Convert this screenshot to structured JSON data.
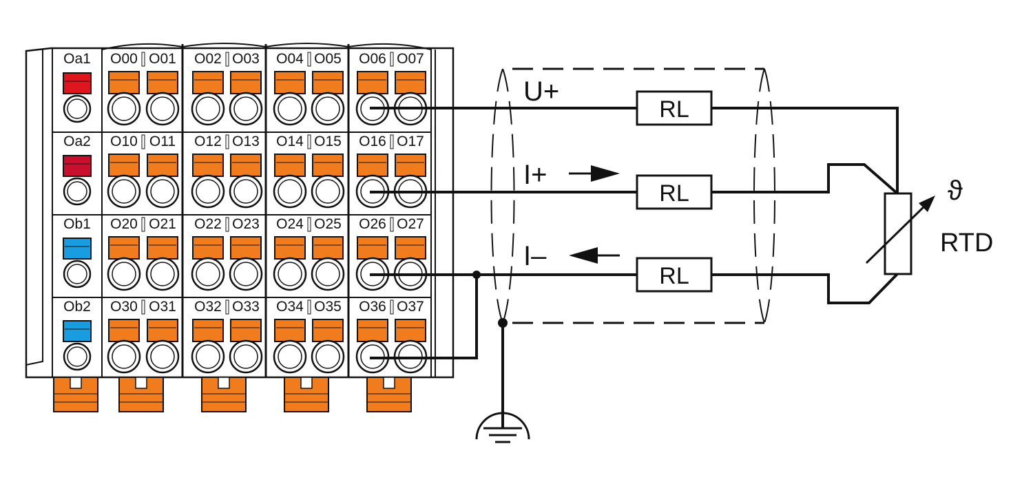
{
  "terminal_block": {
    "rows": [
      {
        "status": "Oa1",
        "status_color": "#e0161e",
        "labels": [
          "O00",
          "O01",
          "O02",
          "O03",
          "O04",
          "O05",
          "O06",
          "O07"
        ]
      },
      {
        "status": "Oa2",
        "status_color": "#c8102e",
        "labels": [
          "O10",
          "O11",
          "O12",
          "O13",
          "O14",
          "O15",
          "O16",
          "O17"
        ]
      },
      {
        "status": "Ob1",
        "status_color": "#1a9de0",
        "labels": [
          "O20",
          "O21",
          "O22",
          "O23",
          "O24",
          "O25",
          "O26",
          "O27"
        ]
      },
      {
        "status": "Ob2",
        "status_color": "#1a9de0",
        "labels": [
          "O30",
          "O31",
          "O32",
          "O33",
          "O34",
          "O35",
          "O36",
          "O37"
        ]
      }
    ],
    "lever_color": "#f07c1e",
    "housing_color": "#ffffff"
  },
  "signals": {
    "u_plus": "U+",
    "i_plus": "I+",
    "i_minus": "I–"
  },
  "resistors": [
    "RL",
    "RL",
    "RL"
  ],
  "sensor": {
    "symbol": "ϑ",
    "label": "RTD"
  }
}
